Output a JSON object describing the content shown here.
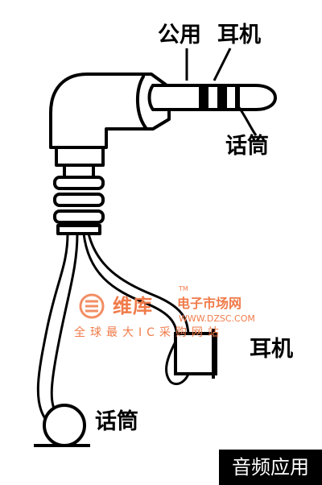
{
  "labels": {
    "common": "公用",
    "earphone_top": "耳机",
    "mic_top": "话筒",
    "earphone_side": "耳机",
    "mic_bottom": "话筒"
  },
  "watermark": {
    "title": "维库",
    "trademark": "TM",
    "brand": "电子市场网",
    "url": "WWW.DZSC.COM",
    "sub": "全球最大IC采购网站"
  },
  "badge": "音频应用"
}
